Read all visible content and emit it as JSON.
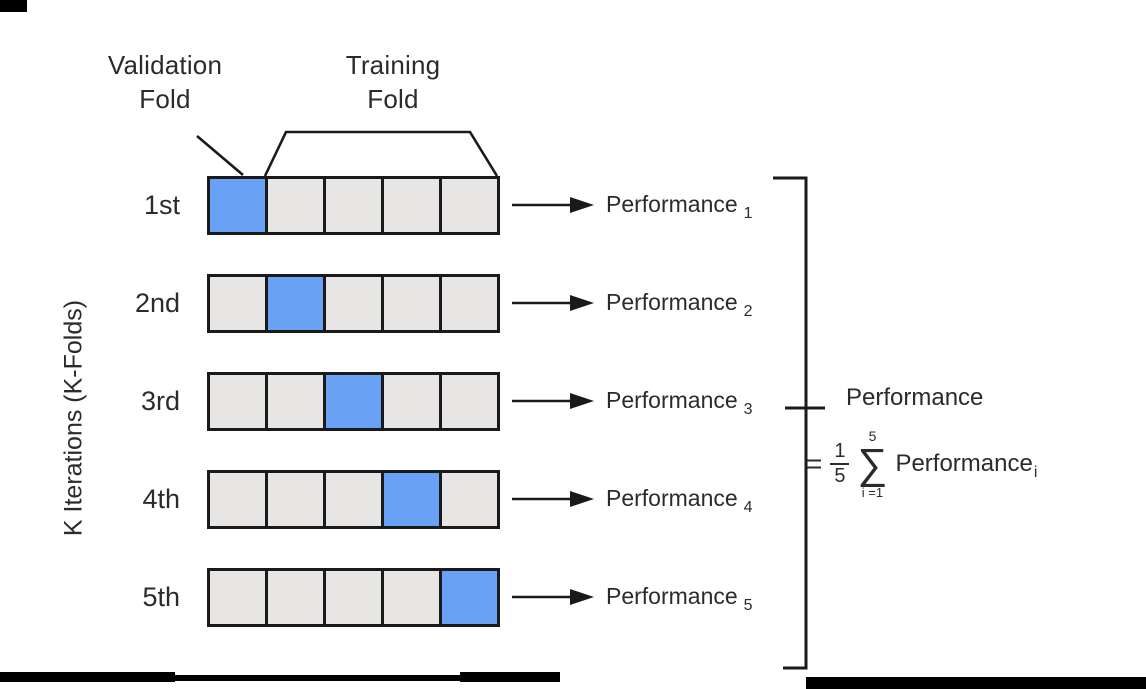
{
  "figure": {
    "validation_label": {
      "line1": "Validation",
      "line2": "Fold"
    },
    "training_label": {
      "line1": "Training",
      "line2": "Fold"
    },
    "axis_label": "K Iterations (K-Folds)",
    "fold_count": 5,
    "rows": [
      {
        "label": "1st",
        "validation_index": 0,
        "performance": "Performance",
        "sub": "1"
      },
      {
        "label": "2nd",
        "validation_index": 1,
        "performance": "Performance",
        "sub": "2"
      },
      {
        "label": "3rd",
        "validation_index": 2,
        "performance": "Performance",
        "sub": "3"
      },
      {
        "label": "4th",
        "validation_index": 3,
        "performance": "Performance",
        "sub": "4"
      },
      {
        "label": "5th",
        "validation_index": 4,
        "performance": "Performance",
        "sub": "5"
      }
    ],
    "summary": {
      "title": "Performance",
      "equals": "=",
      "fraction_numerator": "1",
      "fraction_denominator": "5",
      "sigma": "∑",
      "sum_upper": "5",
      "sum_lower": "i =1",
      "term": "Performance",
      "term_sub": "i"
    },
    "colors": {
      "validation": "#69a1f5",
      "training": "#e7e6e4",
      "line": "#1a1a1a",
      "text": "#2b2b2b"
    }
  }
}
